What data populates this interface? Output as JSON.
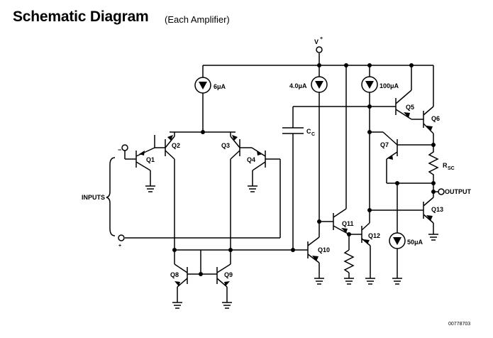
{
  "header": {
    "title": "Schematic Diagram",
    "subtitle": "(Each Amplifier)"
  },
  "supply": {
    "label": "V",
    "superscript": "+"
  },
  "current_sources": {
    "cs6": "6μA",
    "cs4": "4.0μA",
    "cs100": "100μA",
    "cs50": "50μA"
  },
  "transistors": {
    "q1": "Q1",
    "q2": "Q2",
    "q3": "Q3",
    "q4": "Q4",
    "q5": "Q5",
    "q6": "Q6",
    "q7": "Q7",
    "q8": "Q8",
    "q9": "Q9",
    "q10": "Q10",
    "q11": "Q11",
    "q12": "Q12",
    "q13": "Q13"
  },
  "components": {
    "cc": "C",
    "cc_sub": "C",
    "rsc": "R",
    "rsc_sub": "SC"
  },
  "io": {
    "inputs": "INPUTS",
    "minus": "−",
    "plus": "+",
    "output": "OUTPUT"
  },
  "doc_id": "00778703"
}
